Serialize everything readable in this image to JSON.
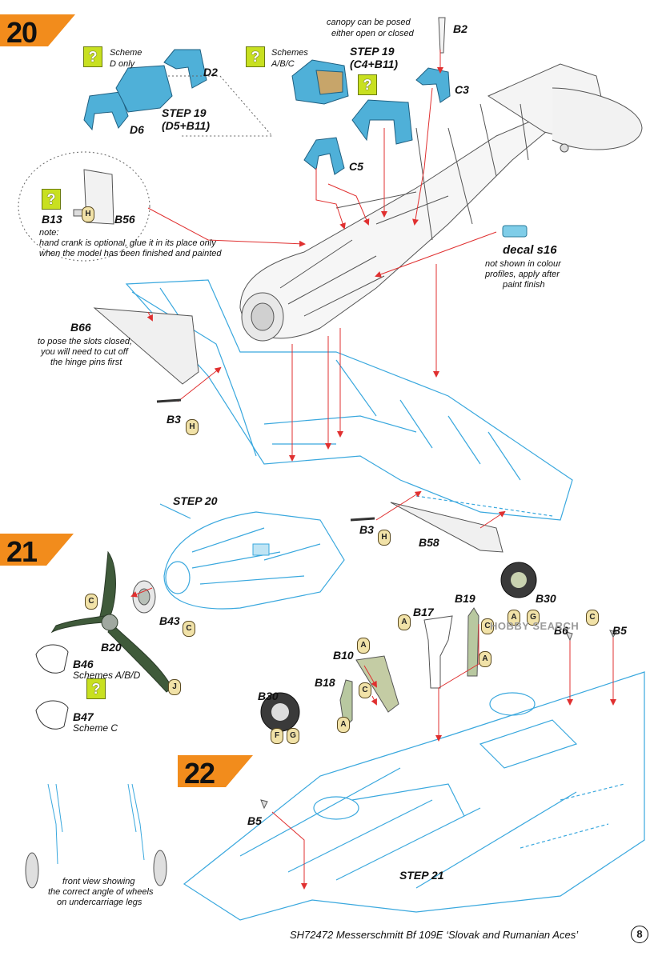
{
  "steps": {
    "s20": "20",
    "s21": "21",
    "s22": "22"
  },
  "labels": {
    "b2": "B2",
    "c3": "C3",
    "c5": "C5",
    "d2": "D2",
    "d6": "D6",
    "b13": "B13",
    "b56": "B56",
    "b66": "B66",
    "b3a": "B3",
    "b3b": "B3",
    "b58": "B58",
    "step19a": "STEP 19",
    "step19a_sub": "(D5+B11)",
    "step19b": "STEP 19",
    "step19b_sub": "(C4+B11)",
    "step20": "STEP 20",
    "step21": "STEP 21",
    "b43": "B43",
    "b20": "B20",
    "b46": "B46",
    "b47": "B47",
    "b30a": "B30",
    "b30b": "B30",
    "b19": "B19",
    "b17": "B17",
    "b10": "B10",
    "b18": "B18",
    "b6": "B6",
    "b5a": "B5",
    "b5b": "B5",
    "decal": "decal s16"
  },
  "notes": {
    "scheme_d1": "Scheme",
    "scheme_d2": "D only",
    "scheme_abc1": "Schemes",
    "scheme_abc2": "A/B/C",
    "canopy1": "canopy can be posed",
    "canopy2": "either open or closed",
    "crank0": "note:",
    "crank1": "hand crank is optional, glue it in its place only",
    "crank2": "when the model has been finished and painted",
    "slots1": "to pose the slots closed,",
    "slots2": "you will need to cut off",
    "slots3": "the hinge pins first",
    "decal1": "not shown in colour",
    "decal2": "profiles, apply after",
    "decal3": "paint finish",
    "b46_sub": "Schemes A/B/D",
    "b47_sub": "Scheme C",
    "front1": "front view showing",
    "front2": "the correct angle of wheels",
    "front3": "on undercarriage legs"
  },
  "badges": {
    "h1": "H",
    "h2": "H",
    "h3": "H",
    "c1": "C",
    "c2": "C",
    "c3": "C",
    "c4": "C",
    "c5": "C",
    "j": "J",
    "a1": "A",
    "a2": "A",
    "a3": "A",
    "a4": "A",
    "a5": "A",
    "g1": "G",
    "g2": "G",
    "f": "F"
  },
  "question_mark": "?",
  "footer": {
    "title": "SH72472 Messerschmitt Bf 109E ‘Slovak and Rumanian Aces’",
    "page": "8"
  },
  "watermark": "HOBBY SEARCH",
  "colors": {
    "accent_orange": "#f28c1c",
    "line_blue": "#3aa8de",
    "canopy_blue": "#4fb0d8",
    "question_green": "#c8e020",
    "arrow_red": "#e03030",
    "prop_green": "#3f5a3a"
  }
}
